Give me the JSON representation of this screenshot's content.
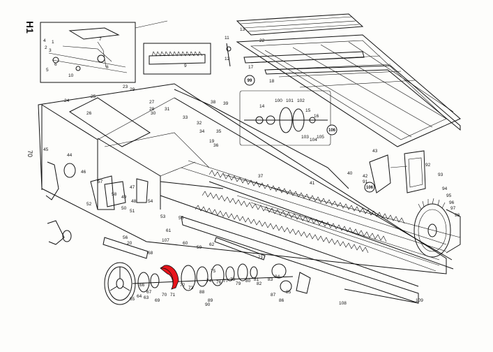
{
  "page": {
    "page_mark": "H1",
    "side_mark": "70"
  },
  "callouts": {
    "c99": "99",
    "c106a": "106",
    "c106b": "106"
  },
  "part_numbers": [
    "1",
    "2",
    "3",
    "4",
    "5",
    "6",
    "7",
    "8",
    "9",
    "10",
    "11",
    "12",
    "13",
    "14",
    "15",
    "16",
    "17",
    "18",
    "19",
    "20",
    "21",
    "22",
    "23",
    "24",
    "25",
    "26",
    "27",
    "28",
    "29",
    "30",
    "31",
    "32",
    "33",
    "34",
    "35",
    "36",
    "37",
    "38",
    "39",
    "40",
    "41",
    "42",
    "43",
    "44",
    "45",
    "46",
    "47",
    "48",
    "49",
    "50",
    "51",
    "52",
    "53",
    "54",
    "55",
    "56",
    "57",
    "58",
    "59",
    "60",
    "61",
    "62",
    "63",
    "64",
    "65",
    "66",
    "67",
    "68",
    "69",
    "70",
    "71",
    "72",
    "73",
    "74",
    "75",
    "76",
    "77",
    "78",
    "79",
    "80",
    "81",
    "82",
    "83",
    "84",
    "85",
    "86",
    "87",
    "88",
    "89",
    "90",
    "91",
    "92",
    "93",
    "94",
    "95",
    "96",
    "97",
    "98",
    "100",
    "101",
    "102",
    "103",
    "104",
    "105",
    "107",
    "108",
    "109"
  ],
  "colors": {
    "ink": "#111111",
    "paper": "#fdfdfb",
    "highlight": "#e8141b"
  },
  "highlighted_part": "drive-ring"
}
